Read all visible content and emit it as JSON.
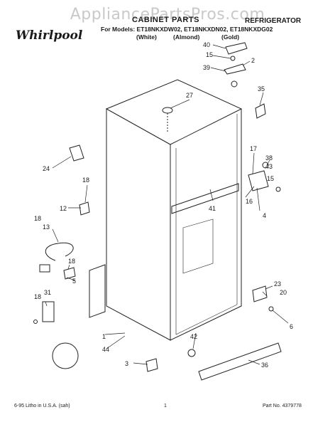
{
  "watermark": "AppliancePartsPros.com",
  "brand": "Whirlpool",
  "title": "CABINET PARTS",
  "appliance": "REFRIGERATOR",
  "models_line": "For Models: ET18NKXDW02, ET18NKXDN02, ET18NKXDG02",
  "colors": {
    "white": "(White)",
    "almond": "(Almond)",
    "gold": "(Gold)"
  },
  "part_labels": [
    "40",
    "15",
    "2",
    "39",
    "35",
    "27",
    "24",
    "17",
    "38",
    "43",
    "15",
    "18",
    "12",
    "41",
    "16",
    "4",
    "18",
    "13",
    "18",
    "5",
    "23",
    "20",
    "18",
    "31",
    "6",
    "1",
    "42",
    "44",
    "3",
    "36"
  ],
  "footer": {
    "left": "6-95 Litho in U.S.A. (sah)",
    "page": "1",
    "part_no": "Part No. 4379778"
  }
}
